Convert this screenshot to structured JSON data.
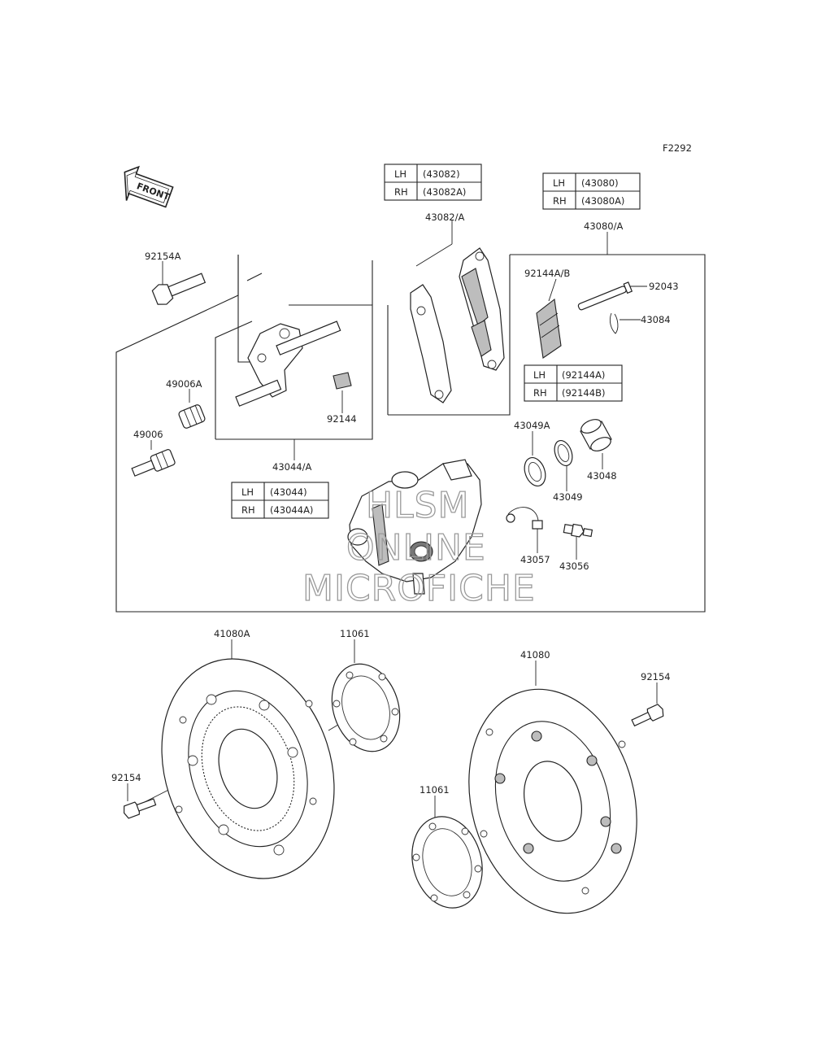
{
  "figure_code": "F2292",
  "direction_arrow": {
    "label": "FRONT",
    "icon": "front-arrow-icon"
  },
  "watermark": [
    "HLSM",
    "ONLINE",
    "MICROFICHE"
  ],
  "part_labels": {
    "pad_set_43082": "43082/A",
    "pin_set_43080": "43080/A",
    "bolt_92154A": "92154A",
    "spring_92144AB": "92144A/B",
    "pin_92043": "92043",
    "clip_43084": "43084",
    "boot_49006A": "49006A",
    "pin_49006": "49006",
    "spring_92144": "92144",
    "holder_43044": "43044/A",
    "seal_43049A": "43049A",
    "seal_43049": "43049",
    "piston_43048": "43048",
    "bleeder_cap_43057": "43057",
    "bleeder_43056": "43056",
    "disc_41080A": "41080A",
    "shim_11061_upper": "11061",
    "disc_41080": "41080",
    "bolt_92154_right": "92154",
    "bolt_92154_left": "92154",
    "shim_11061_lower": "11061"
  },
  "tables": {
    "pads": [
      {
        "side": "LH",
        "part": "(43082)"
      },
      {
        "side": "RH",
        "part": "(43082A)"
      }
    ],
    "pins": [
      {
        "side": "LH",
        "part": "(43080)"
      },
      {
        "side": "RH",
        "part": "(43080A)"
      }
    ],
    "springs": [
      {
        "side": "LH",
        "part": "(92144A)"
      },
      {
        "side": "RH",
        "part": "(92144B)"
      }
    ],
    "holders": [
      {
        "side": "LH",
        "part": "(43044)"
      },
      {
        "side": "RH",
        "part": "(43044A)"
      }
    ]
  }
}
